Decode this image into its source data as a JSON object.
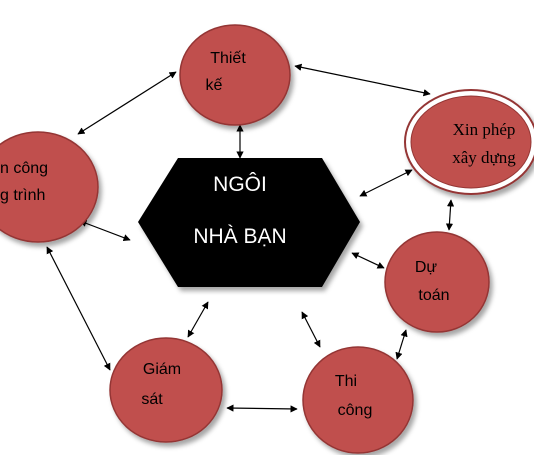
{
  "center": {
    "line1": "NGÔI",
    "line2": "NHÀ BẠN"
  },
  "nodes": {
    "thiet_ke": {
      "line1": "Thiết",
      "line2": "kế"
    },
    "xin_phep": {
      "line1": "Xin phép",
      "line2": "xây dựng"
    },
    "du_toan": {
      "line1": "Dự",
      "line2": "toán"
    },
    "thi_cong": {
      "line1": "Thi",
      "line2": "công"
    },
    "giam_sat": {
      "line1": "Giám",
      "line2": "sát"
    },
    "hoan_cong": {
      "line1": "n công",
      "line2": "g trình"
    }
  },
  "colors": {
    "node_fill": "#c0504d",
    "node_stroke": "#943634",
    "hub_fill": "#000000",
    "hub_text": "#ffffff",
    "arrow": "#000000"
  }
}
